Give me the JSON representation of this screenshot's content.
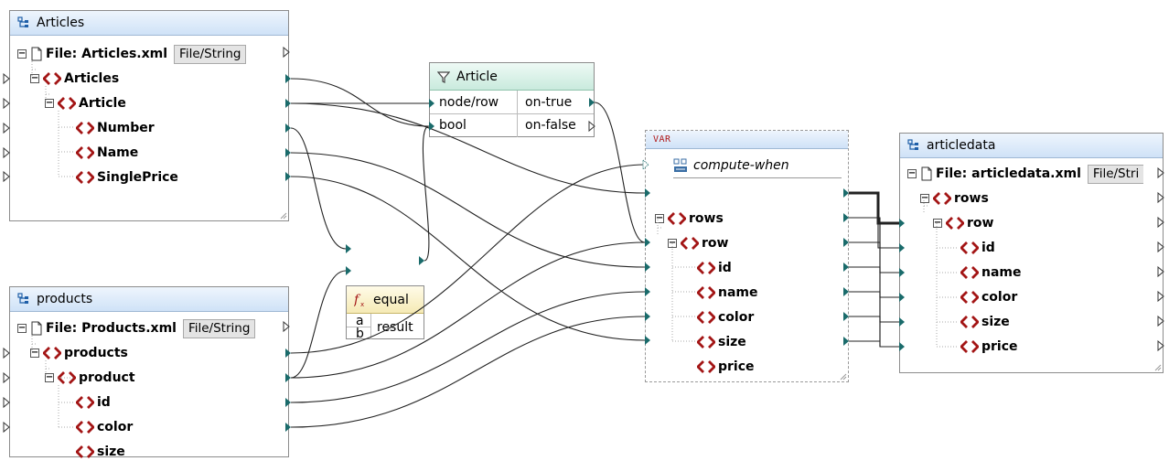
{
  "components": {
    "articles": {
      "title": "Articles",
      "file_label": "File: Articles.xml",
      "file_button": "File/String",
      "root": "Articles",
      "item": "Article",
      "fields": [
        "Number",
        "Name",
        "SinglePrice"
      ]
    },
    "products": {
      "title": "products",
      "file_label": "File: Products.xml",
      "file_button": "File/String",
      "root": "products",
      "item": "product",
      "fields": [
        "id",
        "color",
        "size"
      ]
    },
    "filter": {
      "title": "Article",
      "inputs": [
        "node/row",
        "bool"
      ],
      "outputs": [
        "on-true",
        "on-false"
      ]
    },
    "equal": {
      "title": "equal",
      "inputs": [
        "a",
        "b"
      ],
      "output": "result"
    },
    "variable": {
      "tag": "VAR",
      "compute_when": "compute-when",
      "root": "rows",
      "item": "row",
      "fields": [
        "id",
        "name",
        "color",
        "size",
        "price"
      ]
    },
    "articledata": {
      "title": "articledata",
      "file_label": "File: articledata.xml",
      "file_button": "File/Stri",
      "root": "rows",
      "item": "row",
      "fields": [
        "id",
        "name",
        "color",
        "size",
        "price"
      ]
    }
  },
  "icon_names": [
    "component-icon",
    "file-icon",
    "element-icon",
    "filter-icon",
    "function-icon",
    "compute-when-icon"
  ],
  "colors": {
    "element_icon": "#a31515",
    "connector_pin": "#1a6b6b",
    "header_blue": "#cfe2f7",
    "header_green": "#c9eadd",
    "header_yellow": "#f5eab5",
    "var_tag": "#b01818"
  }
}
